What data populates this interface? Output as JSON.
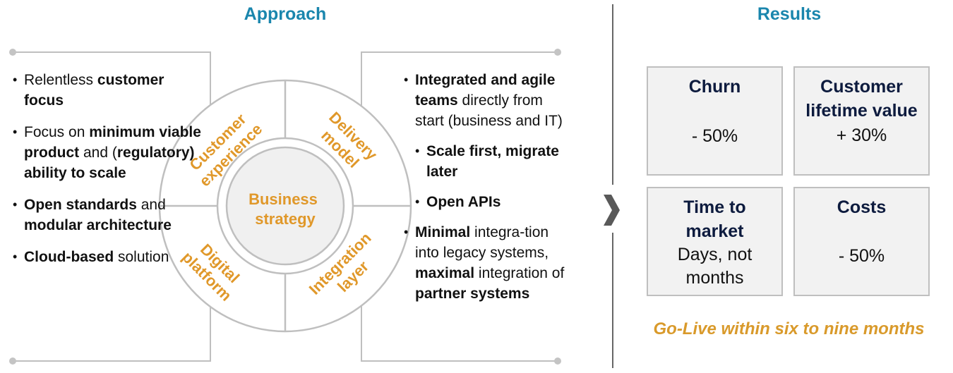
{
  "approach": {
    "title": "Approach",
    "center_label": [
      "Business",
      "strategy"
    ],
    "segments": [
      {
        "id": "customer-experience",
        "lines": [
          "Customer",
          "experience"
        ]
      },
      {
        "id": "delivery-model",
        "lines": [
          "Delivery",
          "model"
        ]
      },
      {
        "id": "digital-platform",
        "lines": [
          "Digital",
          "platform"
        ]
      },
      {
        "id": "integration-layer",
        "lines": [
          "Integration",
          "layer"
        ]
      }
    ],
    "left_bullets": [
      {
        "parts": [
          {
            "text": "Relentless ",
            "bold": false
          },
          {
            "text": "customer focus",
            "bold": true
          }
        ]
      },
      {
        "parts": [
          {
            "text": "Focus on ",
            "bold": false
          },
          {
            "text": "minimum viable product",
            "bold": true
          },
          {
            "text": " and (",
            "bold": false
          },
          {
            "text": "regulatory)",
            "bold": true
          },
          {
            "text": " ",
            "bold": false
          },
          {
            "text": "ability to scale",
            "bold": true
          }
        ]
      },
      {
        "parts": [
          {
            "text": "Open standards",
            "bold": true
          },
          {
            "text": " and ",
            "bold": false
          },
          {
            "text": "modular architecture",
            "bold": true
          }
        ]
      },
      {
        "parts": [
          {
            "text": "Cloud-based",
            "bold": true
          },
          {
            "text": " solution",
            "bold": false
          }
        ]
      }
    ],
    "right_bullets": [
      {
        "sub": false,
        "parts": [
          {
            "text": "Integrated and agile teams",
            "bold": true
          },
          {
            "text": " directly from start (business and IT)",
            "bold": false
          }
        ]
      },
      {
        "sub": true,
        "parts": [
          {
            "text": "Scale first, migrate later",
            "bold": true
          }
        ]
      },
      {
        "sub": true,
        "parts": [
          {
            "text": "Open APIs",
            "bold": true
          }
        ]
      },
      {
        "sub": false,
        "parts": [
          {
            "text": "Minimal",
            "bold": true
          },
          {
            "text": " integra-tion into legacy systems, ",
            "bold": false
          },
          {
            "text": "maximal",
            "bold": true
          },
          {
            "text": " integration of ",
            "bold": false
          },
          {
            "text": "partner systems",
            "bold": true
          }
        ]
      }
    ]
  },
  "results": {
    "title": "Results",
    "cards": [
      {
        "metric": "Churn",
        "value": "- 50%"
      },
      {
        "metric": "Customer lifetime value",
        "value": "+ 30%"
      },
      {
        "metric": "Time to market",
        "value": "Days, not months"
      },
      {
        "metric": "Costs",
        "value": "- 50%"
      }
    ],
    "footer": "Go-Live within six to nine months"
  },
  "icons": {
    "arrow": "chevron-right-icon"
  },
  "colors": {
    "heading": "#1a86ad",
    "accent": "#e0982a",
    "metric": "#0d1b3e",
    "card_bg": "#f2f2f2",
    "lines": "#bfbfbf"
  }
}
